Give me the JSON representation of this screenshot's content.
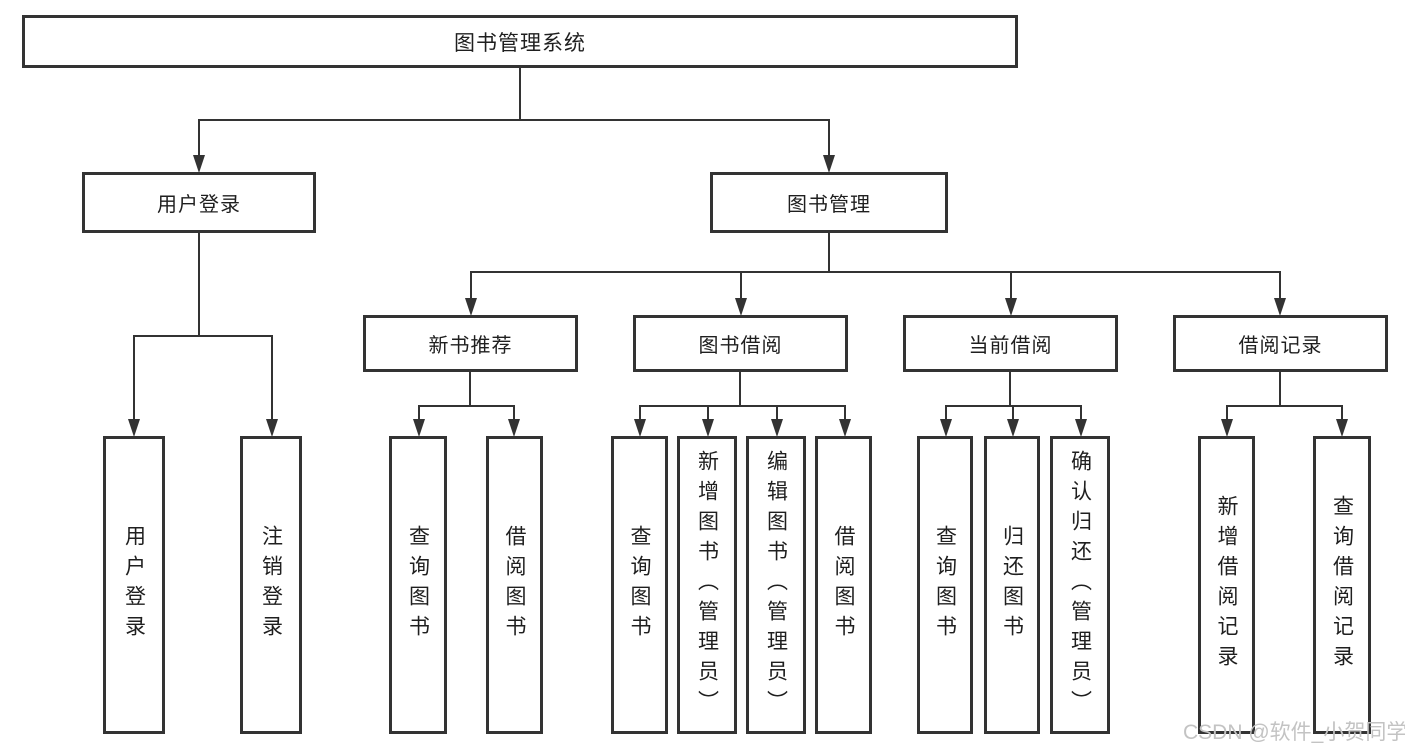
{
  "tree": {
    "root": {
      "label": "图书管理系统"
    },
    "branches": [
      {
        "label": "用户登录",
        "children": [
          "用户登录",
          "注销登录"
        ]
      },
      {
        "label": "图书管理",
        "groups": [
          {
            "label": "新书推荐",
            "children": [
              "查询图书",
              "借阅图书"
            ]
          },
          {
            "label": "图书借阅",
            "children": [
              "查询图书",
              "新增图书（管理员）",
              "编辑图书（管理员）",
              "借阅图书"
            ]
          },
          {
            "label": "当前借阅",
            "children": [
              "查询图书",
              "归还图书",
              "确认归还（管理员）"
            ]
          },
          {
            "label": "借阅记录",
            "children": [
              "新增借阅记录",
              "查询借阅记录"
            ]
          }
        ]
      }
    ]
  },
  "watermark": "CSDN @软件_小贺同学",
  "colors": {
    "line": "#333333",
    "text": "#1f1f1f",
    "background": "#ffffff",
    "watermark": "#c3c3c3"
  }
}
